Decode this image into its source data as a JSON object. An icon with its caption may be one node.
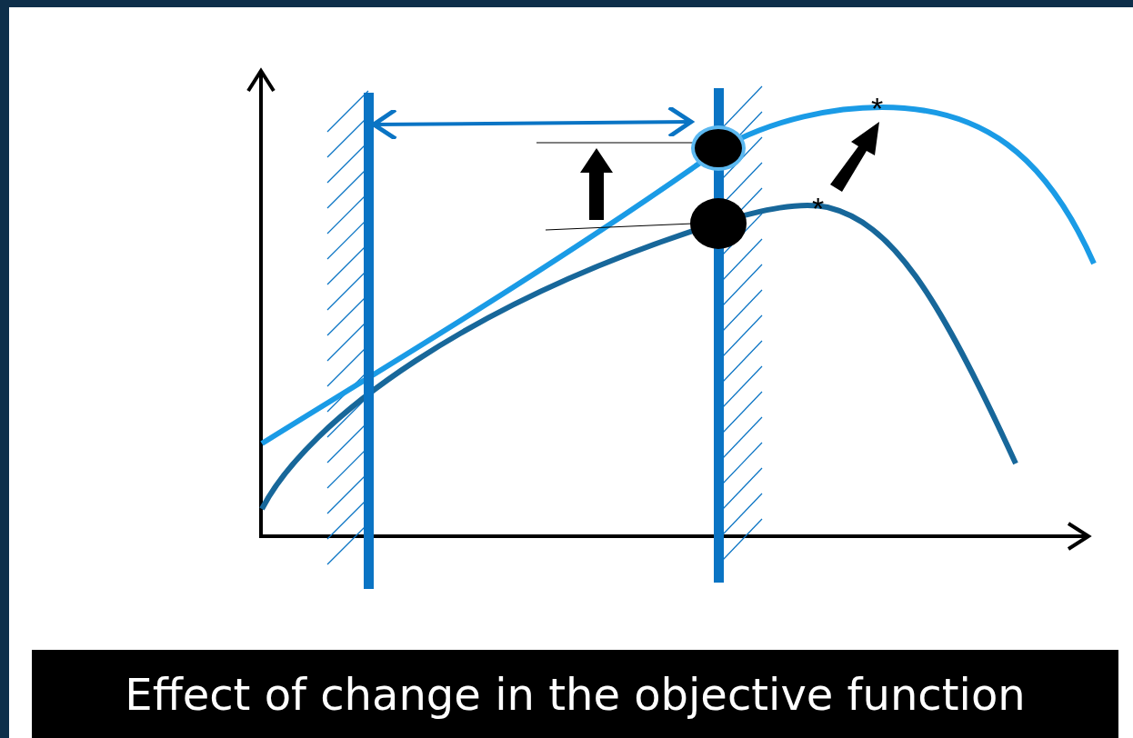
{
  "diagram": {
    "caption": "Effect of change in the objective function",
    "nodes": [
      {
        "text": [],
        "shape": "bar"
      },
      {
        "text": [],
        "shape": "bar"
      },
      {
        "text": [],
        "shape": "circle"
      },
      {
        "text": [],
        "shape": "circle"
      }
    ],
    "edges": [
      {
        "from": 0,
        "to": 2,
        "arrow": "both"
      }
    ],
    "labels": [
      "*",
      "*"
    ]
  }
}
